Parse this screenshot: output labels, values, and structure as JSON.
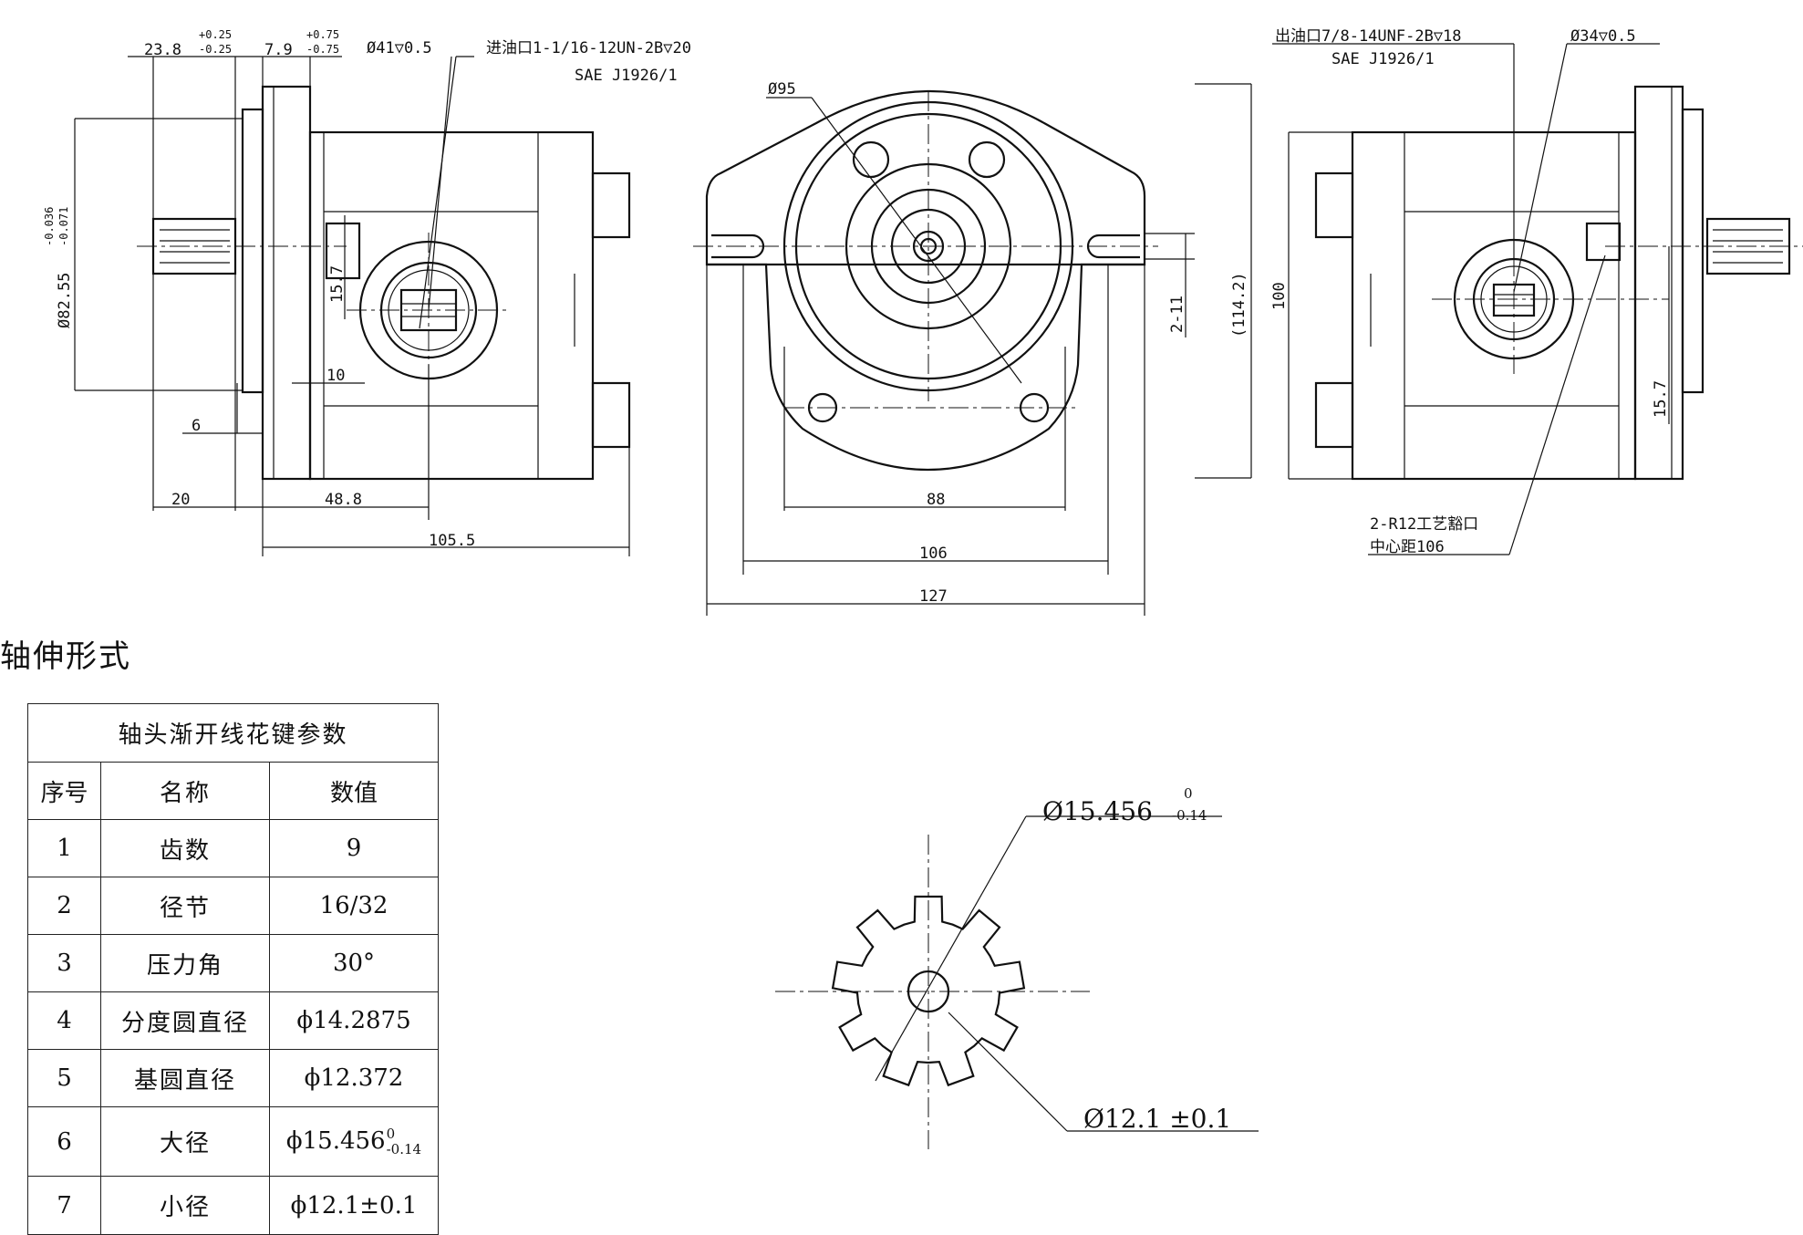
{
  "dimensions": {
    "d_23_8": "23.8",
    "d_23_8_up": "+0.25",
    "d_23_8_lo": "-0.25",
    "d_7_9": "7.9",
    "d_7_9_up": "+0.75",
    "d_7_9_lo": "-0.75",
    "d_41": "Ø41▽0.5",
    "inlet": "进油口1-1/16-12UN-2B▽20",
    "inlet_std": "SAE J1926/1",
    "pilot": "Ø82.55",
    "pilot_up": "-0.036",
    "pilot_lo": "-0.071",
    "d_15_7_left": "15.7",
    "d_10": "10",
    "d_6": "6",
    "d_20": "20",
    "d_48_8": "48.8",
    "d_105_5": "105.5",
    "d_95": "Ø95",
    "d_2_11": "2-11",
    "d_114_2": "(114.2)",
    "d_88": "88",
    "d_106": "106",
    "d_127": "127",
    "outlet": "出油口7/8-14UNF-2B▽18",
    "outlet_std": "SAE J1926/1",
    "d_34": "Ø34▽0.5",
    "d_100": "100",
    "d_15_7_right": "15.7",
    "r12": "2-R12工艺豁口",
    "r12_pitch": "中心距106",
    "spline_major": "Ø15.456",
    "spline_major_up": "0",
    "spline_major_lo": "-0.14",
    "spline_minor": "Ø12.1 ±0.1"
  },
  "section_title": "轴伸形式",
  "table": {
    "caption": "轴头渐开线花键参数",
    "headers": [
      "序号",
      "名称",
      "数值"
    ],
    "rows": [
      {
        "no": "1",
        "name": "齿数",
        "value": "9"
      },
      {
        "no": "2",
        "name": "径节",
        "value": "16/32"
      },
      {
        "no": "3",
        "name": "压力角",
        "value": "30°"
      },
      {
        "no": "4",
        "name": "分度圆直径",
        "value": "ϕ14.2875"
      },
      {
        "no": "5",
        "name": "基圆直径",
        "value": "ϕ12.372"
      },
      {
        "no": "6",
        "name": "大径",
        "value": "ϕ15.456",
        "tol_up": "0",
        "tol_lo": "-0.14"
      },
      {
        "no": "7",
        "name": "小径",
        "value": "ϕ12.1±0.1"
      }
    ]
  }
}
